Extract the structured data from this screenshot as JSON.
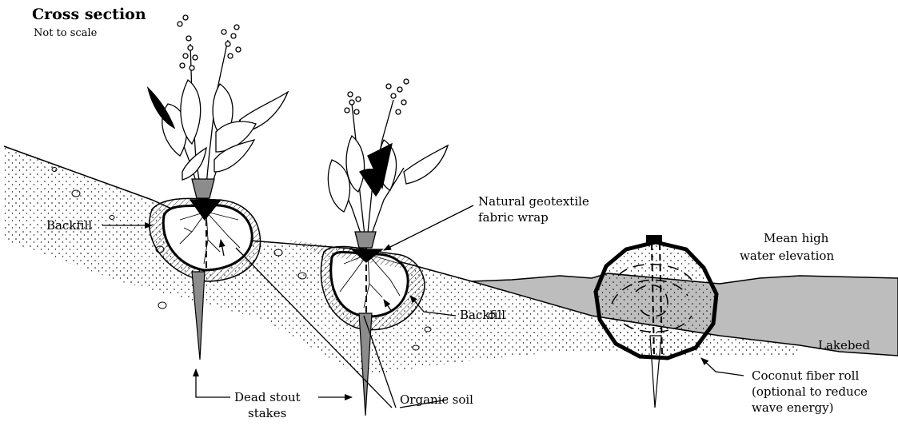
{
  "title": "Cross section",
  "subtitle": "Not to scale",
  "labels": {
    "backfill_left": "Backfill",
    "backfill_right": "Backfill",
    "geotextile_line1": "Natural geotextile",
    "geotextile_line2": "fabric wrap",
    "mhw_line1": "Mean high",
    "mhw_line2": "water elevation",
    "lakebed": "Lakebed",
    "organic_soil": "Organic soil",
    "stakes_line1": "Dead stout",
    "stakes_line2": "stakes",
    "coir_line1": "Coconut fiber roll",
    "coir_line2": "(optional to reduce",
    "coir_line3": "wave energy)"
  },
  "colors": {
    "water": "#bdbdbd",
    "stake": "#8c8c8c",
    "ink": "#000000"
  }
}
